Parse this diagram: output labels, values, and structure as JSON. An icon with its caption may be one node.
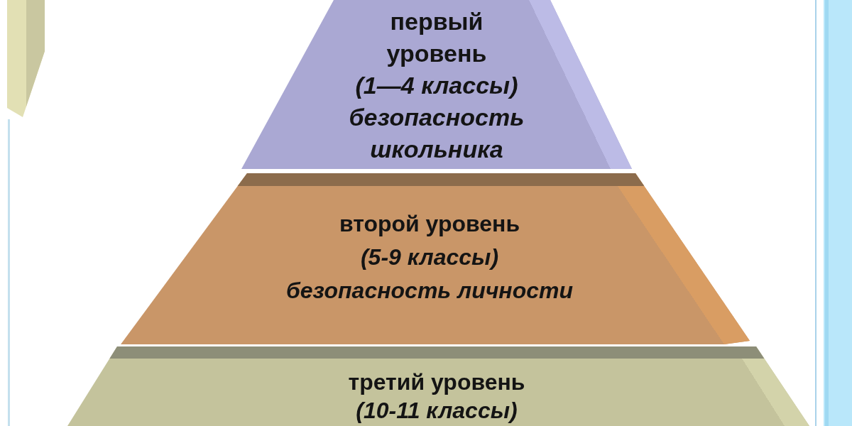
{
  "diagram": {
    "nodes": [
      {
        "text": [
          "первый уровень",
          "(1—4 классы)",
          "безопасность школьника"
        ]
      },
      {
        "text": [
          "второй уровень",
          "(5-9 классы)",
          "безопасность личности"
        ]
      },
      {
        "text": [
          "третий уровень",
          "(10-11 классы)"
        ]
      }
    ]
  }
}
